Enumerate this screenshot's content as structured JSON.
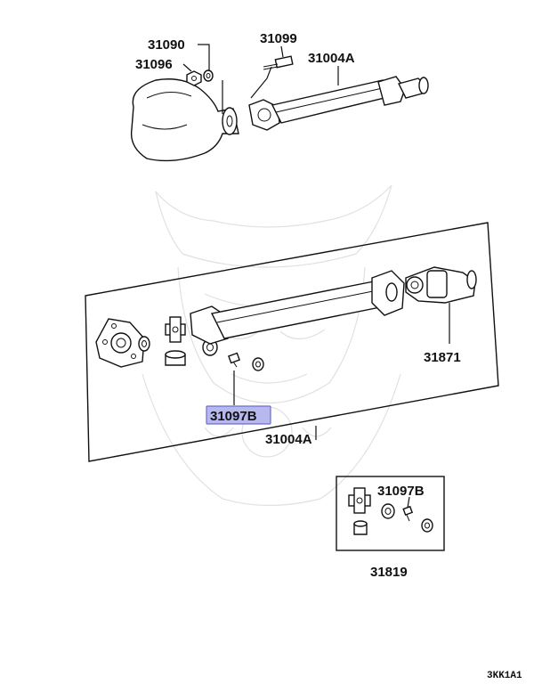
{
  "colors": {
    "highlight": "#b7b9ee",
    "highlight_border": "#6a6fd0",
    "ink": "#111111",
    "watermark": "#c8c8c8"
  },
  "callouts": {
    "top_nut": "31090",
    "top_washer": "31096",
    "top_bolt": "31099",
    "top_shaft": "31004A",
    "panel_zerk_highlighted": "31097B",
    "panel_shaft": "31004A",
    "panel_yoke": "31871",
    "kit_zerk": "31097B",
    "kit_number": "31819"
  },
  "diagram_code": "3KK1A1",
  "watermark_icon": "samurai-helmet-watermark-icon"
}
